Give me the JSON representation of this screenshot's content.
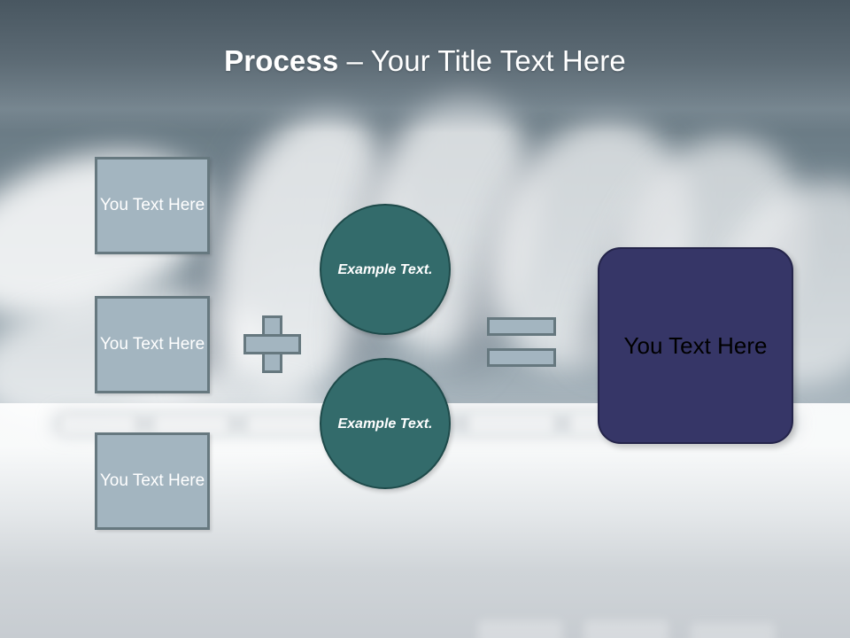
{
  "slide": {
    "title": {
      "bold_part": "Process",
      "rest_part": " – Your Title Text Here"
    },
    "theme_colors": {
      "title_text": "#ffffff",
      "top_band": "#56666f",
      "input_box_fill": "#a3b5c0",
      "input_box_border": "#66787f",
      "input_box_text": "#ffffff",
      "circle_fill": "#336b6b",
      "circle_border": "#1e4a4a",
      "circle_text": "#ffffff",
      "result_fill": "#363667",
      "result_border": "#24244a",
      "result_text": "#000000",
      "operator_fill": "#a3b5c0",
      "operator_border": "#66787f"
    },
    "input_boxes": [
      {
        "label": "You Text Here"
      },
      {
        "label": "You Text Here"
      },
      {
        "label": "You Text Here"
      }
    ],
    "operators": {
      "plus": "+",
      "equals": "="
    },
    "circles": [
      {
        "label": "Example Text."
      },
      {
        "label": "Example Text."
      }
    ],
    "result_box": {
      "label": "You Text Here"
    }
  }
}
